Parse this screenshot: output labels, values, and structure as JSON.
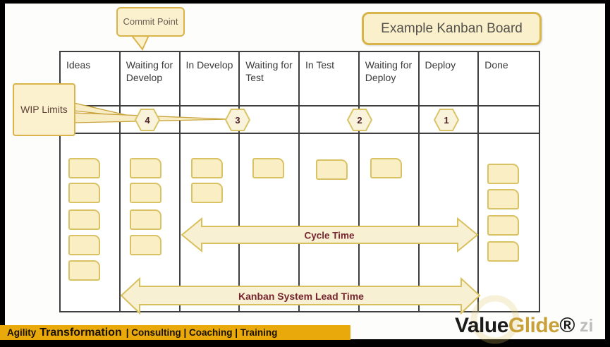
{
  "title": "Example Kanban Board",
  "callouts": {
    "commit_point": "Commit Point",
    "wip_limits": "WIP Limits"
  },
  "board": {
    "columns": [
      {
        "label": "Ideas",
        "card_count": 5
      },
      {
        "label": "Waiting for Develop",
        "card_count": 4
      },
      {
        "label": "In Develop",
        "card_count": 2
      },
      {
        "label": "Waiting for Test",
        "card_count": 1
      },
      {
        "label": "In Test",
        "card_count": 1
      },
      {
        "label": "Waiting for Deploy",
        "card_count": 1
      },
      {
        "label": "Deploy",
        "card_count": 0
      },
      {
        "label": "Done",
        "card_count": 4
      }
    ],
    "wip_limits": [
      {
        "value": "4"
      },
      {
        "value": "3"
      },
      {
        "value": "2"
      },
      {
        "value": "1"
      }
    ]
  },
  "arrows": {
    "cycle_time": "Cycle Time",
    "lead_time": "Kanban System Lead Time"
  },
  "banner": {
    "prefix": "Agility",
    "emphasis": "Transformation",
    "services": "| Consulting | Coaching | Training"
  },
  "logo": {
    "part1": "Value",
    "part2": "Glide",
    "registered": "®"
  },
  "watermark": {
    "text": "zi"
  },
  "colors": {
    "accent_gold": "#D8B44A",
    "card_fill": "#F9EEC4",
    "arrow_fill": "#F8F0D3",
    "banner_gold": "#E9A90B",
    "maroon_text": "#76242E",
    "logo_gold": "#C9A13B",
    "grid_line": "#3f3f3f"
  }
}
